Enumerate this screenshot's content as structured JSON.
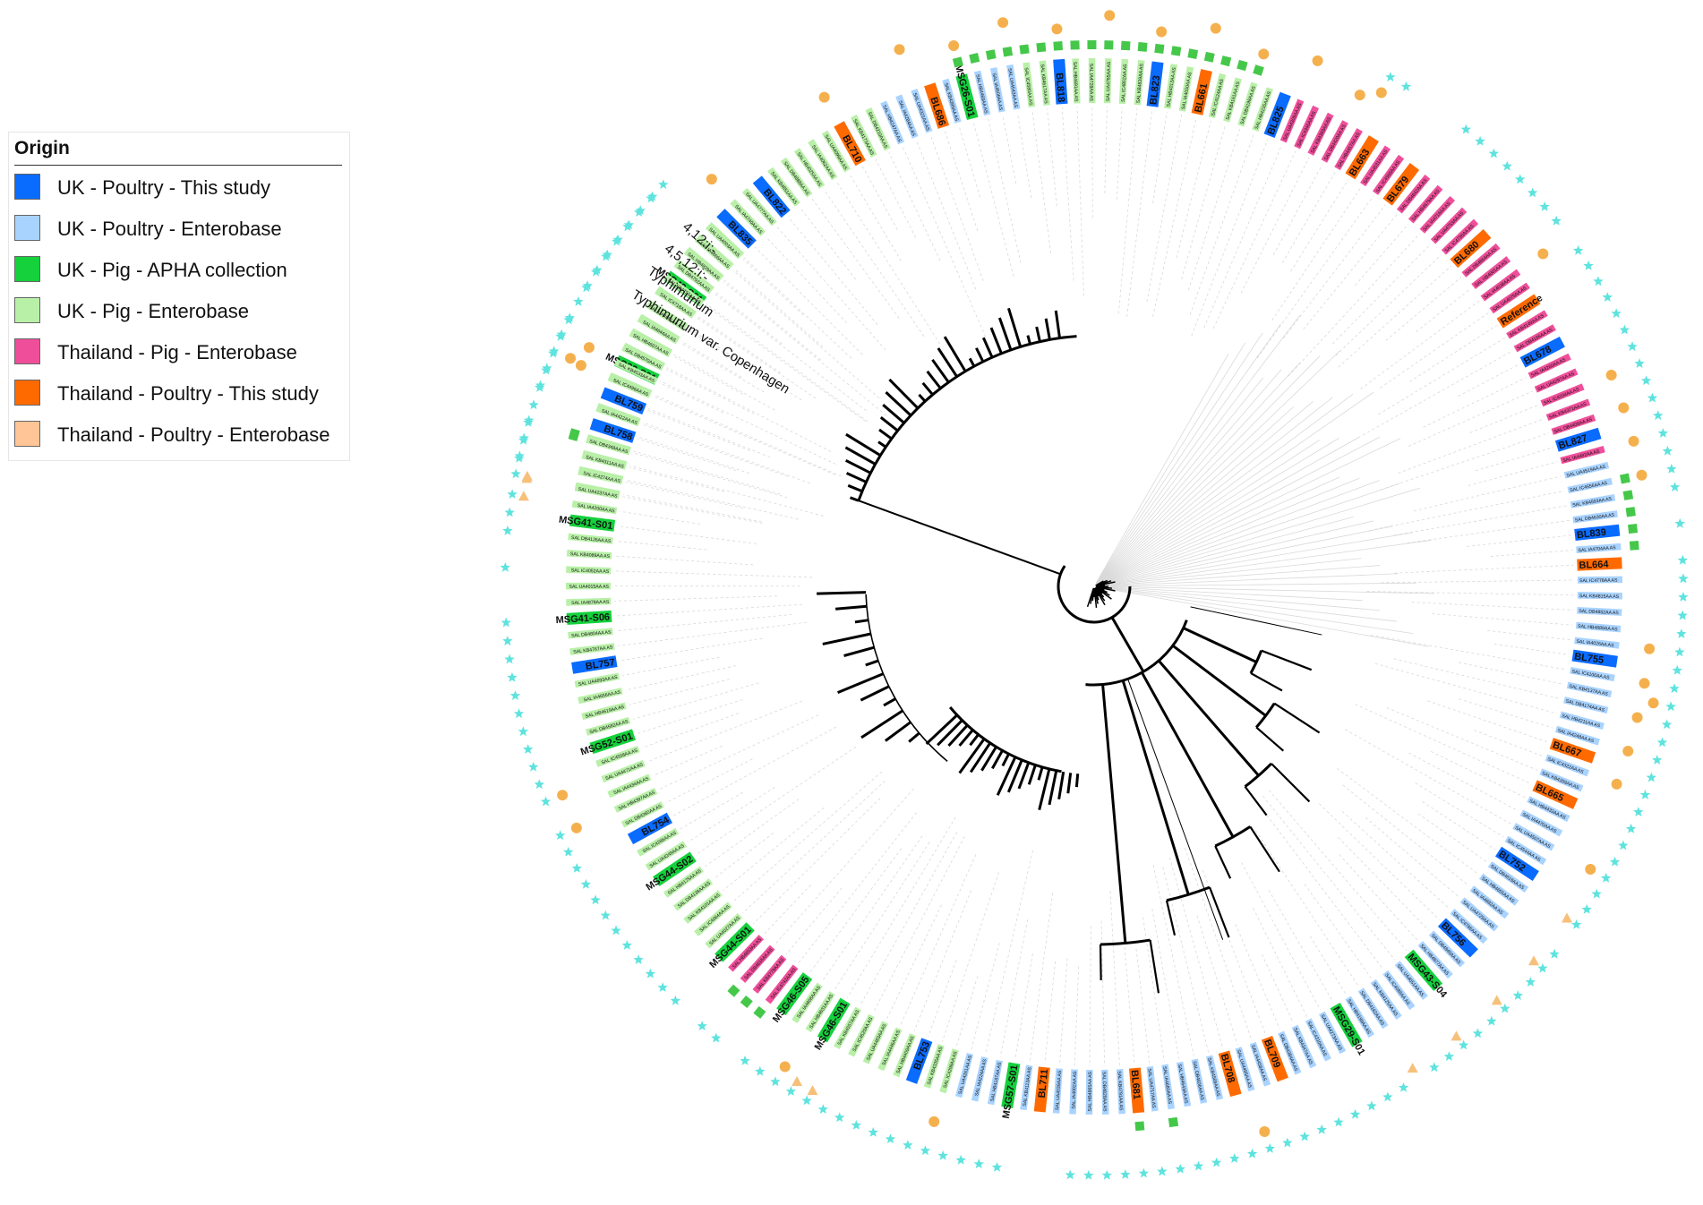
{
  "legend": {
    "title": "Origin",
    "items": [
      {
        "label": "UK - Poultry - This study",
        "color": "#0a6bff"
      },
      {
        "label": "UK - Poultry - Enterobase",
        "color": "#a9d3ff"
      },
      {
        "label": "UK - Pig - APHA collection",
        "color": "#14d13c"
      },
      {
        "label": "UK - Pig - Enterobase",
        "color": "#b9f0a8"
      },
      {
        "label": "Thailand - Pig - Enterobase",
        "color": "#ef4f9a"
      },
      {
        "label": "Thailand - Poultry - This study",
        "color": "#ff6a00"
      },
      {
        "label": "Thailand - Poultry - Enterobase",
        "color": "#ffc596"
      }
    ]
  },
  "serotype_labels": [
    "Typhimurium var. Copenhagen",
    "Typhimurium",
    "4,5,12:i:-",
    "4,12:i:-"
  ],
  "marker_colors": {
    "star": "#5fe3de",
    "triangle": "#f7c07a",
    "circle": "#f5b04e",
    "square": "#45c84a"
  },
  "highlighted_leaves": [
    {
      "label": "MSG32-S01",
      "category": 2
    },
    {
      "label": "MSG43-S01",
      "category": 2
    },
    {
      "label": "BL835",
      "category": 0
    },
    {
      "label": "BL822",
      "category": 0
    },
    {
      "label": "BL710",
      "category": 5
    },
    {
      "label": "BL686",
      "category": 5
    },
    {
      "label": "MSG26-S01",
      "category": 2
    },
    {
      "label": "BL818",
      "category": 0
    },
    {
      "label": "BL823",
      "category": 0
    },
    {
      "label": "BL661",
      "category": 5
    },
    {
      "label": "BL825",
      "category": 0
    },
    {
      "label": "BL663",
      "category": 5
    },
    {
      "label": "BL679",
      "category": 5
    },
    {
      "label": "BL680",
      "category": 5
    },
    {
      "label": "Reference",
      "category": 5
    },
    {
      "label": "BL678",
      "category": 0
    },
    {
      "label": "BL827",
      "category": 0
    },
    {
      "label": "BL839",
      "category": 0
    },
    {
      "label": "BL664",
      "category": 5
    },
    {
      "label": "BL755",
      "category": 0
    },
    {
      "label": "BL667",
      "category": 5
    },
    {
      "label": "BL665",
      "category": 5
    },
    {
      "label": "BL752",
      "category": 0
    },
    {
      "label": "BL756",
      "category": 0
    },
    {
      "label": "MSG43-S04",
      "category": 2
    },
    {
      "label": "MSG29-S01",
      "category": 2
    },
    {
      "label": "BL709",
      "category": 5
    },
    {
      "label": "BL708",
      "category": 5
    },
    {
      "label": "BL681",
      "category": 5
    },
    {
      "label": "BL711",
      "category": 5
    },
    {
      "label": "MSG57-S01",
      "category": 2
    },
    {
      "label": "BL753",
      "category": 0
    },
    {
      "label": "MSG46-S01",
      "category": 2
    },
    {
      "label": "MSG46-S05",
      "category": 2
    },
    {
      "label": "MSG44-S01",
      "category": 2
    },
    {
      "label": "MSG44-S02",
      "category": 2
    },
    {
      "label": "BL754",
      "category": 0
    },
    {
      "label": "MSG52-S01",
      "category": 2
    },
    {
      "label": "BL757",
      "category": 0
    },
    {
      "label": "MSG41-S06",
      "category": 2
    },
    {
      "label": "MSG41-S01",
      "category": 2
    },
    {
      "label": "BL758",
      "category": 0
    },
    {
      "label": "BL759",
      "category": 0
    }
  ]
}
